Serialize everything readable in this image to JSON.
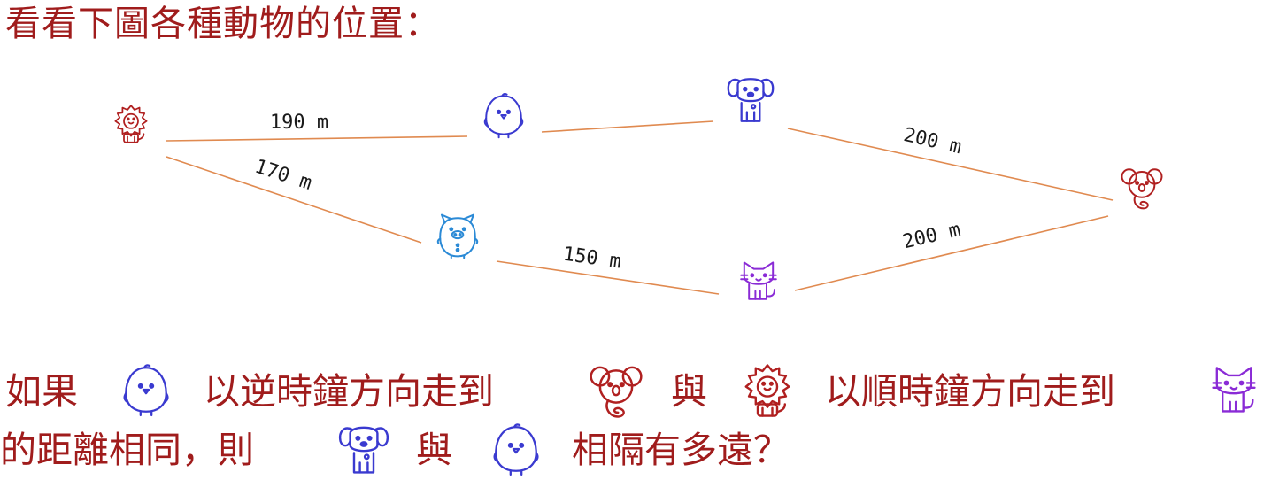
{
  "title": "看看下圖各種動物的位置：",
  "edges": [
    {
      "from": "lion",
      "to": "chick",
      "label": "190 m"
    },
    {
      "from": "chick",
      "to": "dog",
      "label": ""
    },
    {
      "from": "dog",
      "to": "koala",
      "label": "200 m"
    },
    {
      "from": "lion",
      "to": "pig",
      "label": "170 m"
    },
    {
      "from": "pig",
      "to": "cat",
      "label": "150 m"
    },
    {
      "from": "cat",
      "to": "koala",
      "label": "200 m"
    }
  ],
  "animals": [
    {
      "id": "lion",
      "icon": "lion-icon",
      "color": "#b02020"
    },
    {
      "id": "chick",
      "icon": "chick-icon",
      "color": "#3a3ad0"
    },
    {
      "id": "dog",
      "icon": "dog-icon",
      "color": "#3a3ad0"
    },
    {
      "id": "koala",
      "icon": "koala-icon",
      "color": "#b02020"
    },
    {
      "id": "pig",
      "icon": "pig-icon",
      "color": "#2b8ad6"
    },
    {
      "id": "cat",
      "icon": "cat-icon",
      "color": "#8a2bd6"
    }
  ],
  "question": {
    "part1": "如果",
    "part2": "以逆時鐘方向走到",
    "part3": "與",
    "part4": "以順時鐘方向走到",
    "part5": "的距離相同，則",
    "part6": "與",
    "part7": "相隔有多遠？"
  },
  "colors": {
    "text": "#a01c1c",
    "line": "#e08a50"
  }
}
